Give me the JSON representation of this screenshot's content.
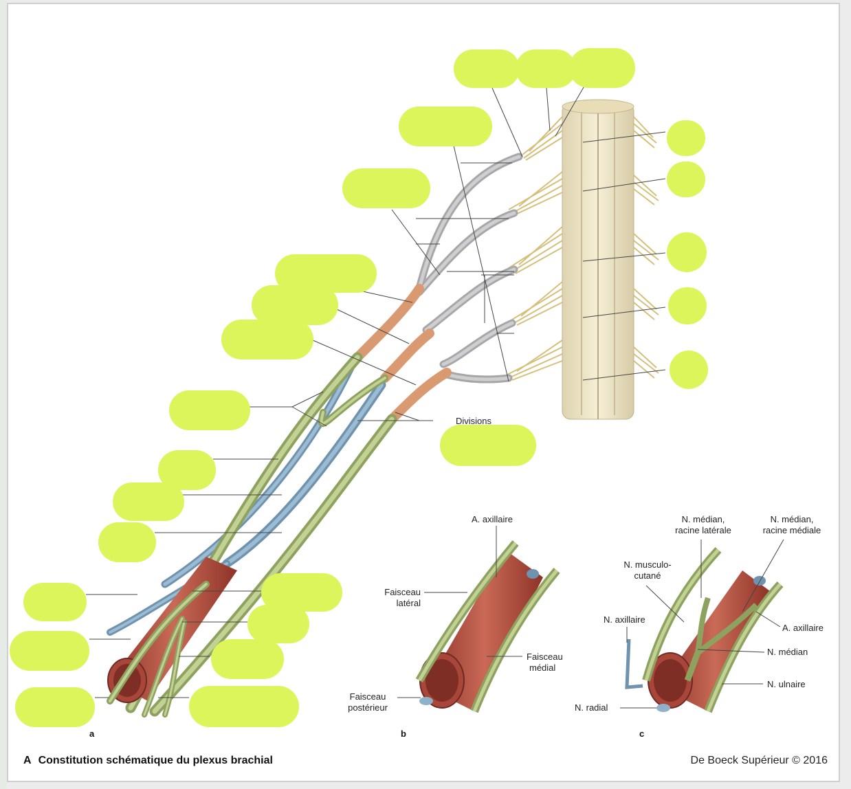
{
  "figure": {
    "caption_letter": "A",
    "caption_text": "Constitution schématique du plexus brachial",
    "copyright": "De Boeck Supérieur © 2016",
    "divisions_label": "Divisions",
    "sub_labels": {
      "a": "a",
      "b": "b",
      "c": "c"
    }
  },
  "panel_b": {
    "a_axillaire": "A. axillaire",
    "faisceau_lateral_1": "Faisceau",
    "faisceau_lateral_2": "latéral",
    "faisceau_medial_1": "Faisceau",
    "faisceau_medial_2": "médial",
    "faisceau_posterieur_1": "Faisceau",
    "faisceau_posterieur_2": "postérieur"
  },
  "panel_c": {
    "median_lat_1": "N. médian,",
    "median_lat_2": "racine latérale",
    "median_med_1": "N. médian,",
    "median_med_2": "racine médiale",
    "musculo_1": "N. musculo-",
    "musculo_2": "cutané",
    "axillaire": "N. axillaire",
    "a_axillaire": "A. axillaire",
    "median": "N. médian",
    "ulnaire": "N. ulnaire",
    "radial": "N. radial"
  },
  "colors": {
    "mask": "#dcf55a",
    "nerve_gray": "#b9b9bb",
    "cord_green": "#b8c98a",
    "cord_blue": "#8fb1c9",
    "trunk_orange": "#e2aa84",
    "artery": "#b0493c",
    "spinal_cord": "#efe6c7",
    "rootlets": "#dccb85"
  }
}
